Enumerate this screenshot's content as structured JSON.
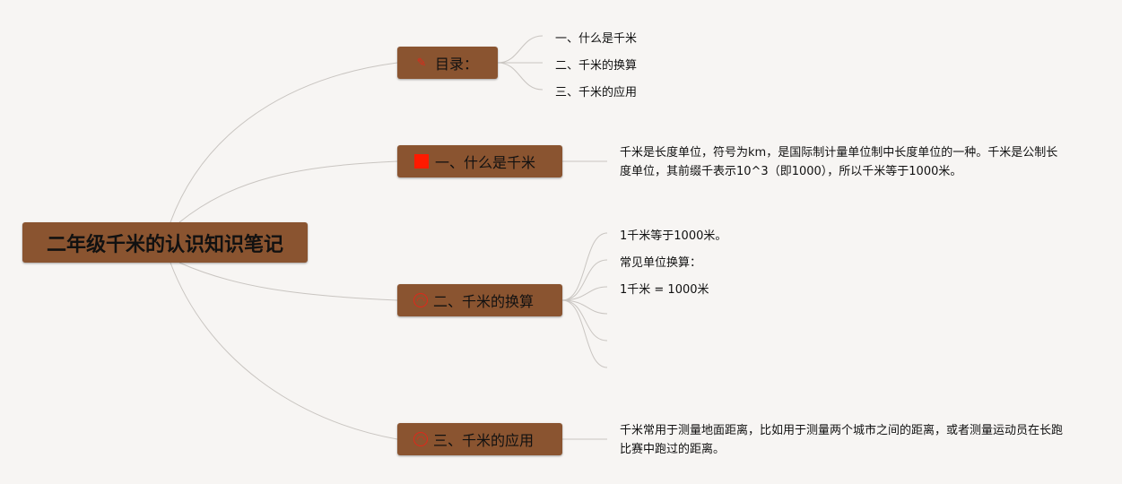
{
  "root": {
    "title": "二年级千米的认识知识笔记"
  },
  "branches": [
    {
      "title": "目录：",
      "icon": "pen-nib-icon",
      "children": [
        "一、什么是千米",
        "二、千米的换算",
        "三、千米的应用"
      ]
    },
    {
      "title": "一、什么是千米",
      "icon": "red-square-icon",
      "children": [
        "千米是长度单位，符号为km，是国际制计量单位制中长度单位的一种。千米是公制长度单位，其前缀千表示10^3（即1000），所以千米等于1000米。"
      ]
    },
    {
      "title": "二、千米的换算",
      "icon": "circle-outline-icon",
      "children": [
        "1千米等于1000米。",
        "常见单位换算：",
        "1千米 = 1000米",
        "",
        "",
        ""
      ]
    },
    {
      "title": "三、千米的应用",
      "icon": "circle-outline-icon",
      "children": [
        "千米常用于测量地面距离，比如用于测量两个城市之间的距离，或者测量运动员在长跑比赛中跑过的距离。"
      ]
    }
  ],
  "colors": {
    "node_fill": "#8a5430",
    "line": "#c8c4c0",
    "icon_red": "#e0281a",
    "background": "#f7f5f3"
  }
}
